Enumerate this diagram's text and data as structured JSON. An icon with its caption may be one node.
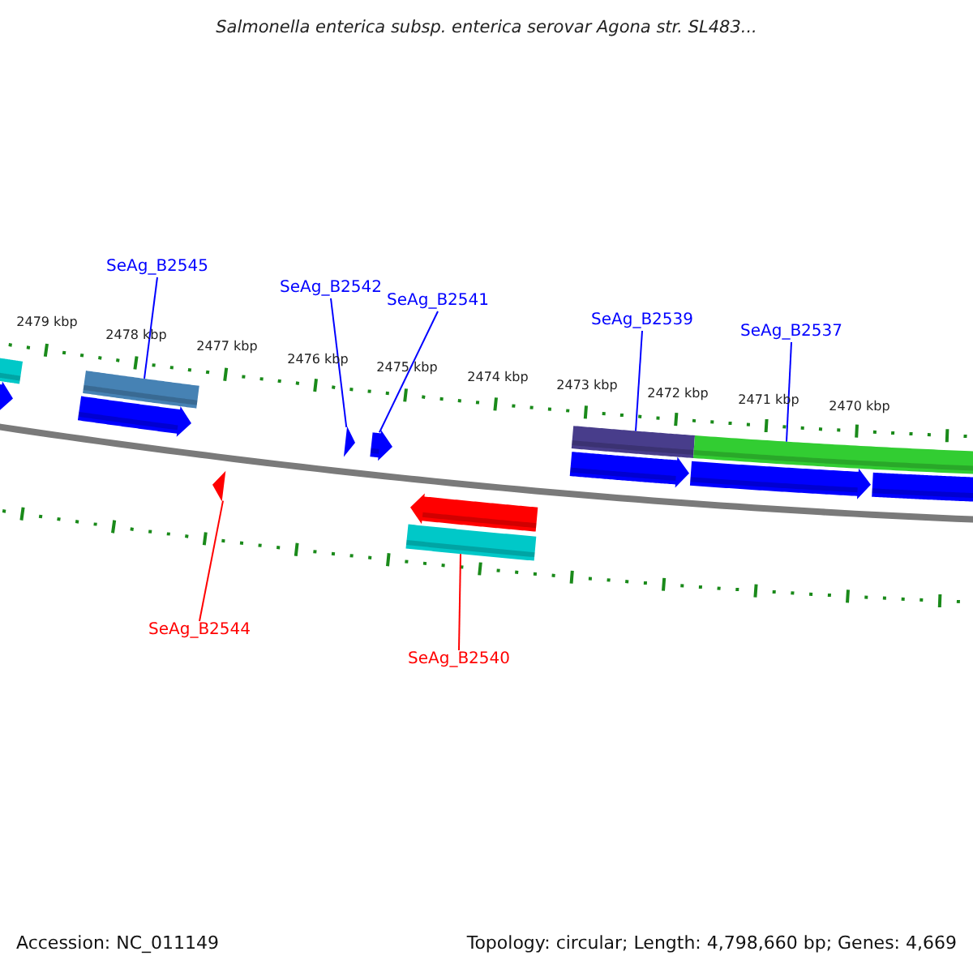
{
  "diagram": {
    "title": "Salmonella enterica subsp. enterica serovar Agona str. SL483...",
    "nodes": [
      {
        "text": [
          "SeAg_B2545"
        ]
      },
      {
        "text": [
          "SeAg_B2542"
        ]
      },
      {
        "text": [
          "SeAg_B2541"
        ]
      },
      {
        "text": [
          "SeAg_B2539"
        ]
      },
      {
        "text": [
          "SeAg_B2537"
        ]
      },
      {
        "text": [
          "SeAg_B2544"
        ]
      },
      {
        "text": [
          "SeAg_B2540"
        ]
      },
      {
        "text": [],
        "shape": "bar"
      },
      {
        "text": [],
        "shape": "arrow"
      },
      {
        "text": [],
        "shape": "arrow"
      },
      {
        "text": [],
        "shape": "bar"
      },
      {
        "text": [],
        "shape": "bar"
      },
      {
        "text": [],
        "shape": "arrow"
      },
      {
        "text": [],
        "shape": "bar"
      }
    ],
    "edges": [
      {
        "from": 0,
        "to": 7,
        "arrow": "none"
      },
      {
        "from": 1,
        "to": 8,
        "arrow": "none"
      },
      {
        "from": 2,
        "to": 9,
        "arrow": "none"
      },
      {
        "from": 3,
        "to": 10,
        "arrow": "none"
      },
      {
        "from": 4,
        "to": 11,
        "arrow": "none"
      },
      {
        "from": 5,
        "to": 12,
        "arrow": "none",
        "color": "#ff0000"
      },
      {
        "from": 6,
        "to": 13,
        "arrow": "none",
        "color": "#ff0000"
      }
    ],
    "labels": [
      "2479 kbp",
      "2478 kbp",
      "2477 kbp",
      "2476 kbp",
      "2475 kbp",
      "2474 kbp",
      "2473 kbp",
      "2472 kbp",
      "2471 kbp",
      "2470 kbp",
      "Accession: NC_011149",
      "Topology: circular; Length: 4,798,660 bp; Genes: 4,669"
    ]
  }
}
